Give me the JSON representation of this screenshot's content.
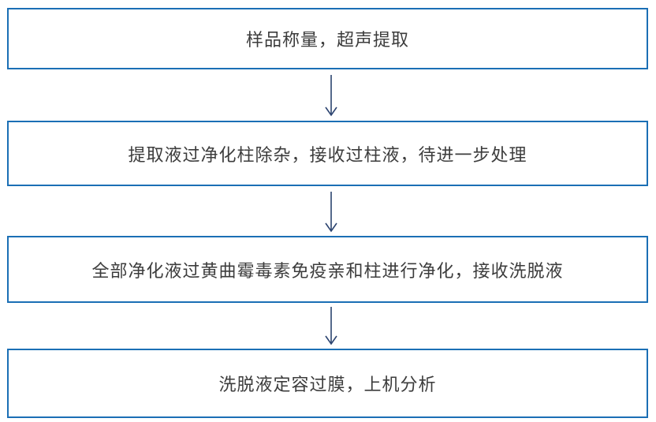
{
  "flowchart": {
    "type": "vertical-process-flow",
    "steps": [
      {
        "label": "样品称量，超声提取"
      },
      {
        "label": "提取液过净化柱除杂，接收过柱液，待进一步处理"
      },
      {
        "label": "全部净化液过黄曲霉毒素免疫亲和柱进行净化，接收洗脱液"
      },
      {
        "label": "洗脱液定容过膜，上机分析"
      }
    ],
    "connectors": [
      {
        "from": 1,
        "to": 2,
        "type": "down-arrow"
      },
      {
        "from": 2,
        "to": 3,
        "type": "down-arrow"
      },
      {
        "from": 3,
        "to": 4,
        "type": "down-arrow"
      }
    ],
    "colors": {
      "box_border": "#1b6fb5",
      "arrow": "#2c4470",
      "text": "#3c3c3c",
      "background": "#ffffff"
    }
  }
}
